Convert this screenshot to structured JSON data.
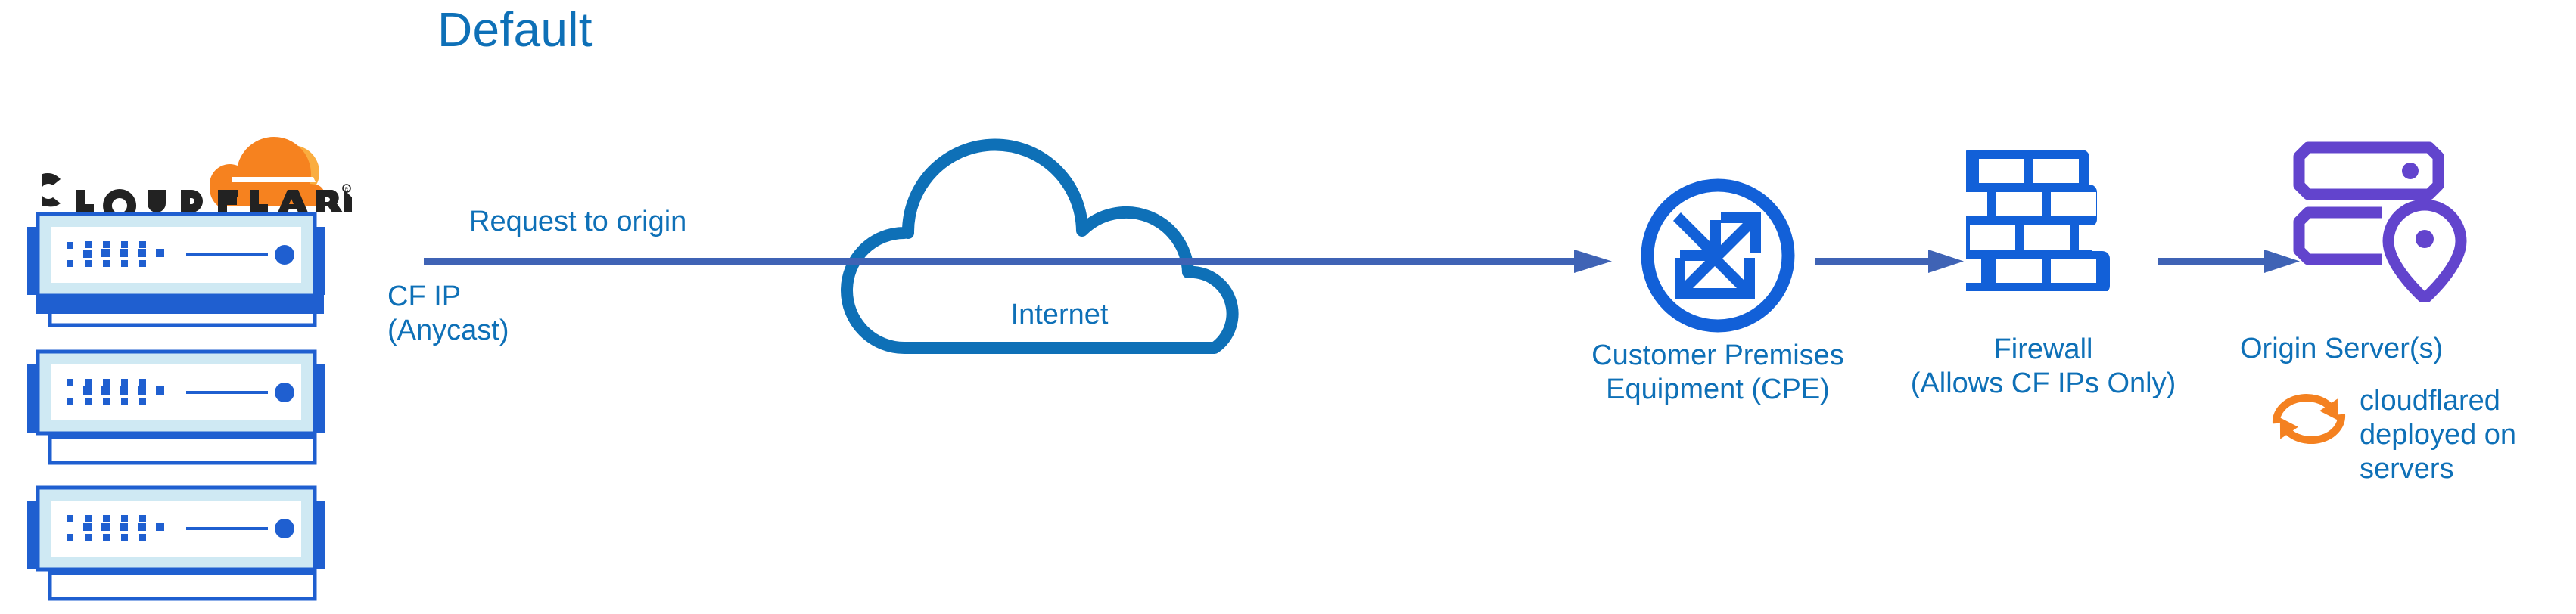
{
  "diagram": {
    "title": "Default",
    "title_color": "#0e70b7",
    "label_color": "#0e70b7",
    "arrow_color": "#3f63b5",
    "node_icon_color": "#1260d8",
    "origin_icon_color": "#6244cd",
    "accent_orange": "#f48120",
    "background": "#ffffff"
  },
  "cloudflare_brand": {
    "wordmark": "CLOUDFLARE",
    "registered_mark": "®",
    "icon_name": "cloudflare-cloud-logo",
    "cloud_color_dark": "#f6821f",
    "cloud_color_light": "#faad3f",
    "wordmark_color": "#222222"
  },
  "edge_nodes": {
    "count": 3,
    "icon_name": "server-rack-icon",
    "stroke_color": "#1f5fd0",
    "body_color": "#cfe9f3",
    "face_color": "#ffffff",
    "dot_color": "#1f5fd0"
  },
  "flow": {
    "request_label": "Request to origin",
    "source_label": "CF IP\n(Anycast)",
    "source_label_line1": "CF IP",
    "source_label_line2": "(Anycast)"
  },
  "nodes": [
    {
      "id": "internet",
      "label": "Internet",
      "icon_name": "cloud-icon",
      "color": "#0e70b7"
    },
    {
      "id": "cpe",
      "label": "Customer Premises\nEquipment (CPE)",
      "label_line1": "Customer Premises",
      "label_line2": "Equipment (CPE)",
      "icon_name": "router-four-arrows-icon",
      "color": "#1260d8"
    },
    {
      "id": "firewall",
      "label": "Firewall\n(Allows CF IPs Only)",
      "label_line1": "Firewall",
      "label_line2": "(Allows CF IPs Only)",
      "icon_name": "brick-wall-firewall-icon",
      "color": "#1260d8"
    },
    {
      "id": "origin",
      "label": "Origin Server(s)",
      "icon_name": "server-location-pin-icon",
      "color": "#6244cd"
    }
  ],
  "annotations": [
    {
      "id": "cloudflared",
      "text": "cloudflared\ndeployed on\nservers",
      "line1": "cloudflared",
      "line2": "deployed on",
      "line3": "servers",
      "icon_name": "sync-arrows-icon",
      "icon_color": "#f48120",
      "text_color": "#0e70b7"
    }
  ],
  "connections": [
    {
      "id": "cf-to-cpe",
      "from": "cloudflare-edge",
      "to": "cpe",
      "style": "arrow",
      "label": "Request to origin"
    },
    {
      "id": "cpe-to-firewall",
      "from": "cpe",
      "to": "firewall",
      "style": "arrow",
      "label": ""
    },
    {
      "id": "firewall-to-origin",
      "from": "firewall",
      "to": "origin",
      "style": "arrow",
      "label": ""
    }
  ]
}
